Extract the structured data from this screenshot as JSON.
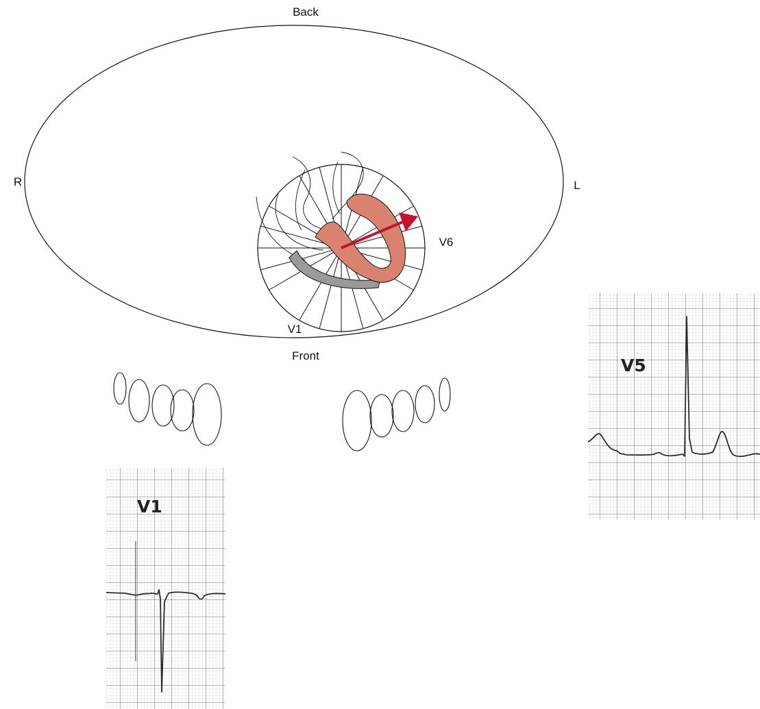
{
  "diagram": {
    "orientation_labels": {
      "back": "Back",
      "front": "Front",
      "right": "R",
      "left": "L"
    },
    "lead_labels": {
      "v1": "V1",
      "v6": "V6"
    },
    "ecg_strips": [
      {
        "id": "v1",
        "title": "V1"
      },
      {
        "id": "v5",
        "title": "V5"
      }
    ],
    "colors": {
      "outline": "#111111",
      "left_ventricle": "#d9826f",
      "right_ventricle": "#9a9a9a",
      "vector_arrow": "#c8102e",
      "grid_minor": "#c7c7c7",
      "grid_major": "#6e6e6e",
      "trace": "#2a2a2a"
    }
  }
}
